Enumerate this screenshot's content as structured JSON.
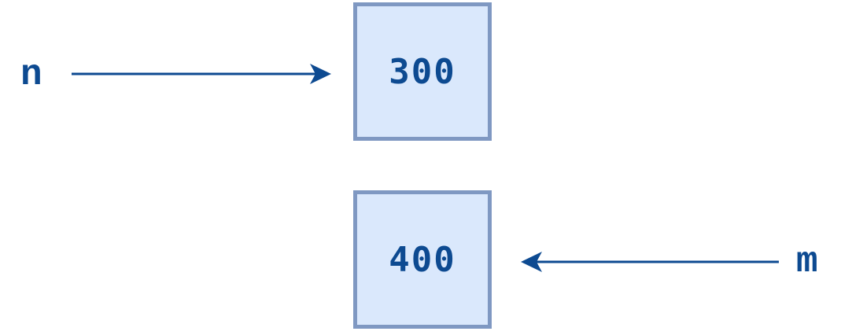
{
  "diagram": {
    "variables": [
      {
        "name": "n",
        "points_to": 0
      },
      {
        "name": "m",
        "points_to": 1
      }
    ],
    "boxes": [
      {
        "value": "300"
      },
      {
        "value": "400"
      }
    ],
    "colors": {
      "text": "#0d4a91",
      "box_fill": "#dae8fc",
      "box_border": "#7f98c2",
      "arrow": "#0d4a91"
    }
  }
}
